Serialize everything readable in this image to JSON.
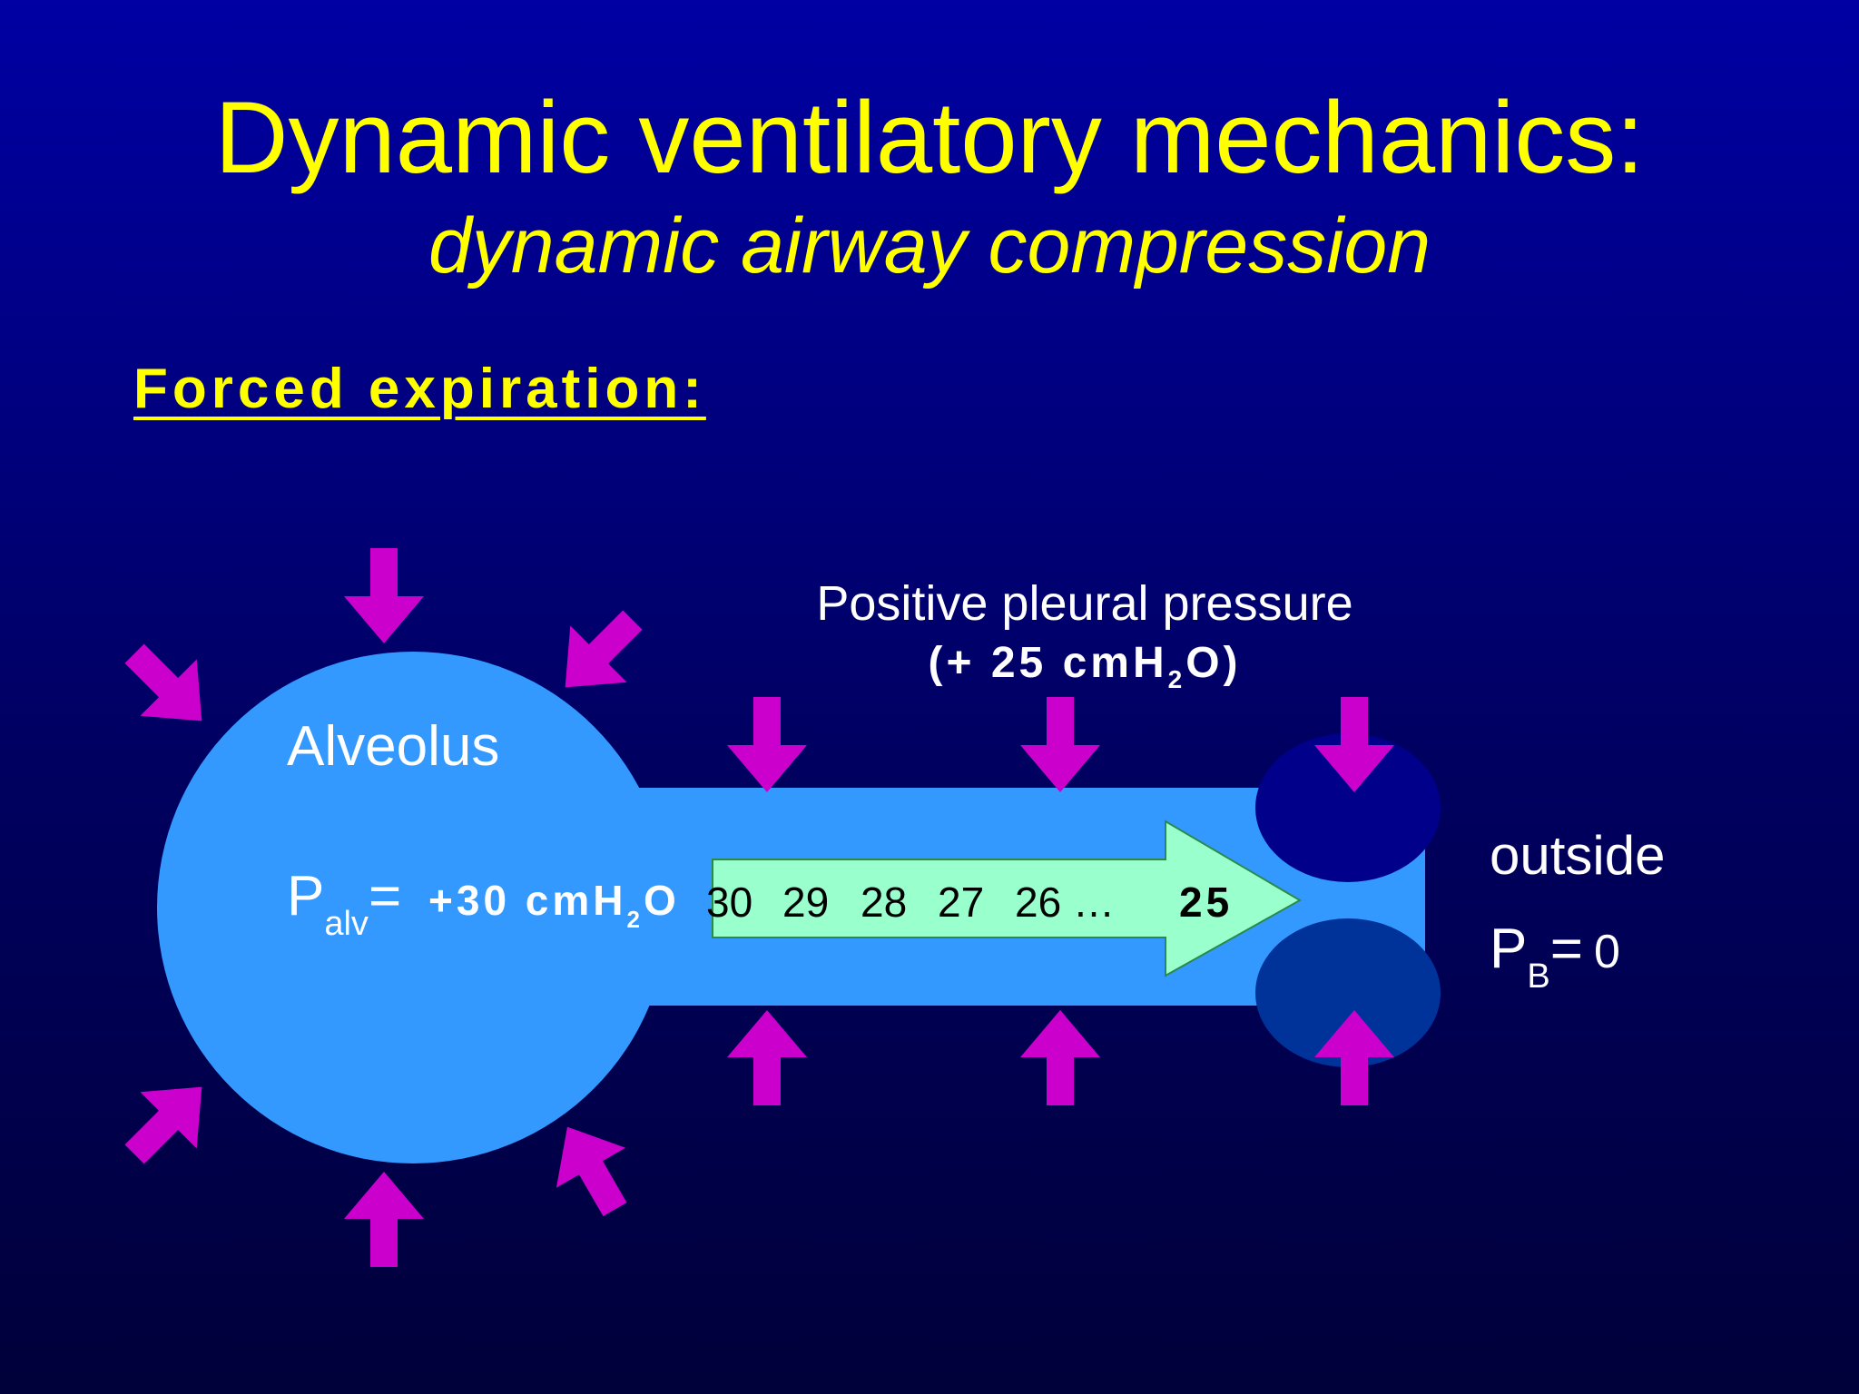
{
  "slide": {
    "title": "Dynamic ventilatory mechanics:",
    "subtitle": "dynamic airway compression",
    "section_heading": "Forced expiration:"
  },
  "diagram": {
    "pleural": {
      "line1": "Positive pleural pressure",
      "prefix": "(+ 25 cmH",
      "sub": "2",
      "suffix": "O)"
    },
    "alveolus": {
      "label": "Alveolus",
      "p_symbol": "P",
      "p_sub": "alv",
      "equals": "=",
      "value_prefix": "+30 cmH",
      "value_sub": "2",
      "value_suffix": "O"
    },
    "airway_pressures": [
      "30",
      "29",
      "28",
      "27",
      "26 …"
    ],
    "airway_final": "25",
    "outside": {
      "label": "outside",
      "p_symbol": "P",
      "p_sub": "B",
      "equals": "=",
      "value": "0"
    }
  },
  "colors": {
    "title": "#ffff00",
    "alveolus": "#3399ff",
    "flow_arrow": "#99ffcc",
    "pressure_arrows": "#cc00cc",
    "compression_upper": "#00008b",
    "compression_lower": "#003399"
  }
}
